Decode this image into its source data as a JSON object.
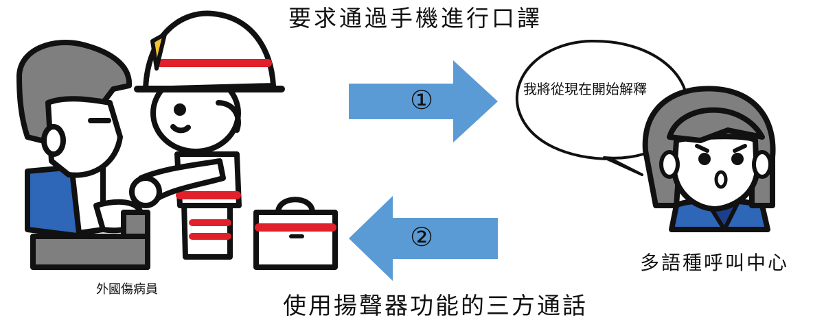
{
  "top_caption": "要求通過手機進行口譯",
  "bottom_caption": "使用揚聲器功能的三方通話",
  "patient_label": "外國傷病員",
  "callcenter_label": "多語種呼叫中心",
  "bubble_text": "我將從現在開始解釋",
  "arrows": {
    "first_number": "①",
    "second_number": "②"
  },
  "colors": {
    "arrow": "#5b9bd5",
    "hair": "#7f7f7f",
    "uniform_blue": "#2e66b8",
    "helmet_stripe": "#e0202a",
    "outline": "#111111"
  }
}
